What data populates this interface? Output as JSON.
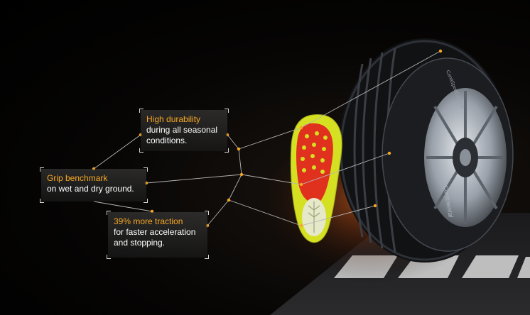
{
  "callouts": {
    "durability": {
      "highlight": "High durability",
      "body": "during all seasonal\nconditions."
    },
    "grip": {
      "highlight": "Grip benchmark",
      "body": "on wet and dry ground."
    },
    "traction": {
      "highlight": "39% more traction",
      "body": "for faster acceleration\nand stopping."
    }
  },
  "tire": {
    "sidewall_text": "ContiSportContact",
    "brand_text": "Continental"
  },
  "colors": {
    "accent": "#f7a823",
    "shoe_yellow": "#d4e021",
    "shoe_red": "#e0301e"
  }
}
